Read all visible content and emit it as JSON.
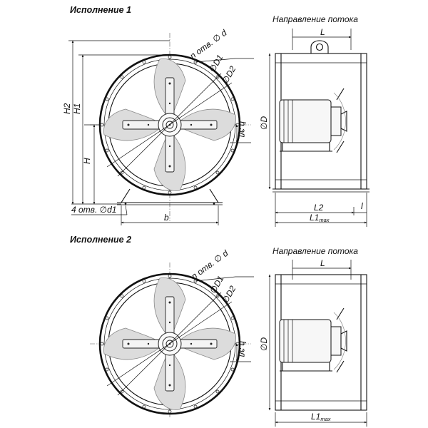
{
  "views": [
    {
      "title": "Исполнение 1",
      "flow_label": "Направление потока",
      "front_labels": {
        "holes": "n отв.",
        "d_sym": "d",
        "D1": "D1",
        "D2": "D2",
        "h_el": "h эл",
        "H": "H",
        "H1": "H1",
        "H2": "H2",
        "base_holes": "4 отв.",
        "d1_sym": "d1",
        "b": "b"
      },
      "side_labels": {
        "L": "L",
        "D": "D",
        "L2": "L2",
        "L1": "L1",
        "max": "max",
        "l": "l"
      }
    },
    {
      "title": "Исполнение 2",
      "flow_label": "Направление потока",
      "front_labels": {
        "holes": "n отв.",
        "d_sym": "d",
        "D1": "D1",
        "D2": "D2",
        "h_el": "h эл"
      },
      "side_labels": {
        "L": "L",
        "D": "D",
        "L1": "L1",
        "max": "max"
      }
    }
  ],
  "symbols": {
    "diameter": "∅"
  },
  "colors": {
    "line": "#111111",
    "blade": "#dcdcdc",
    "background": "#ffffff"
  }
}
